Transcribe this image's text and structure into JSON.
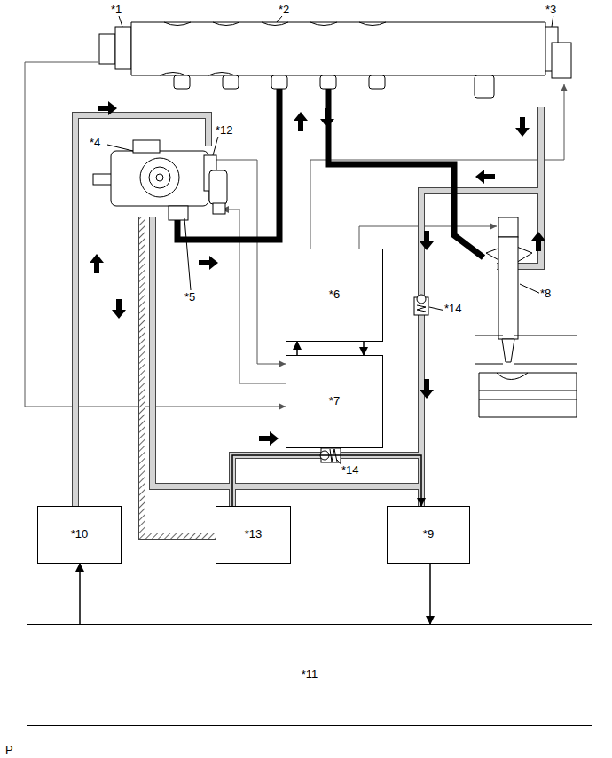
{
  "diagram": {
    "nodes": [
      {
        "text": [
          "*6"
        ]
      },
      {
        "text": [
          "*7"
        ]
      },
      {
        "text": [
          "*10"
        ]
      },
      {
        "text": [
          "*13"
        ]
      },
      {
        "text": [
          "*9"
        ]
      },
      {
        "text": [
          "*11"
        ]
      }
    ],
    "edges": [
      {
        "from": 1,
        "to": 0,
        "arrow": "to"
      },
      {
        "from": 0,
        "to": 1,
        "arrow": "to"
      },
      {
        "from": 5,
        "to": 2,
        "arrow": "to"
      },
      {
        "from": 4,
        "to": 5,
        "arrow": "to"
      },
      {
        "from": 3,
        "to": 4,
        "arrow": "to"
      }
    ],
    "labels": [
      "*1",
      "*2",
      "*3",
      "*4",
      "*12",
      "*5",
      "*8",
      "*14",
      "*14",
      "P"
    ]
  }
}
